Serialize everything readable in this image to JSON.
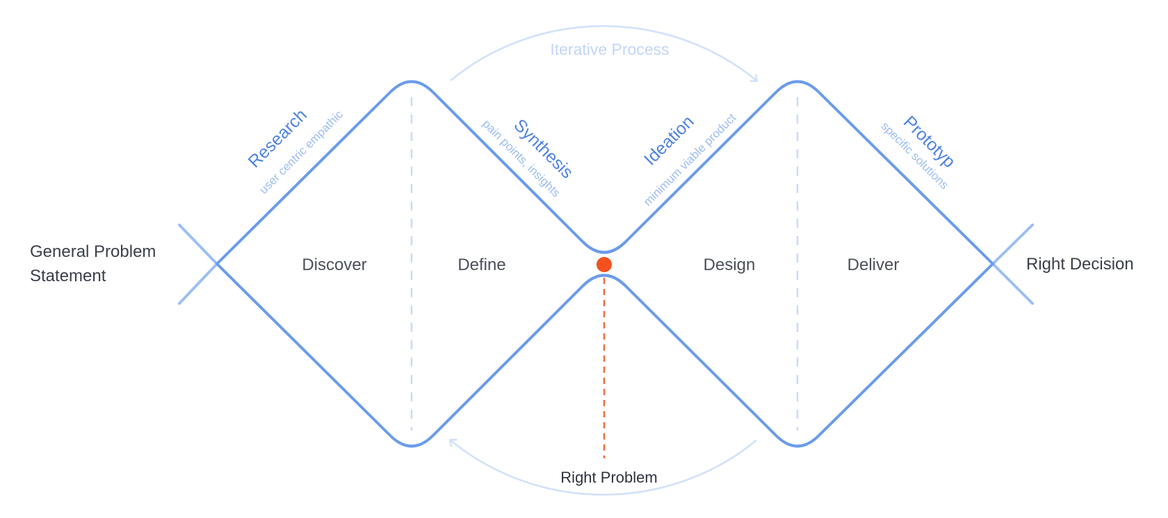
{
  "start_label": {
    "line1": "General Problem",
    "line2": "Statement"
  },
  "end_label": "Right Decision",
  "phases": {
    "discover": "Discover",
    "define": "Define",
    "design": "Design",
    "deliver": "Deliver"
  },
  "steps": {
    "research": {
      "title": "Research",
      "subtitle": "user centric empathic"
    },
    "synthesis": {
      "title": "Synthesis",
      "subtitle": "pain points, insights"
    },
    "ideation": {
      "title": "Ideation",
      "subtitle": "minimum viable product"
    },
    "prototype": {
      "title": "Prototyp",
      "subtitle": "specific solutions"
    }
  },
  "iterative_label": "Iterative Process",
  "convergence_label": "Right Problem",
  "colors": {
    "diamond_stroke": "#6b9bea",
    "cross_stroke": "#9dbff2",
    "dash_stroke": "#c9daf7",
    "loop_stroke": "#d2e1fa",
    "marker": "#f4511e",
    "marker_dash": "#f26a3d"
  }
}
